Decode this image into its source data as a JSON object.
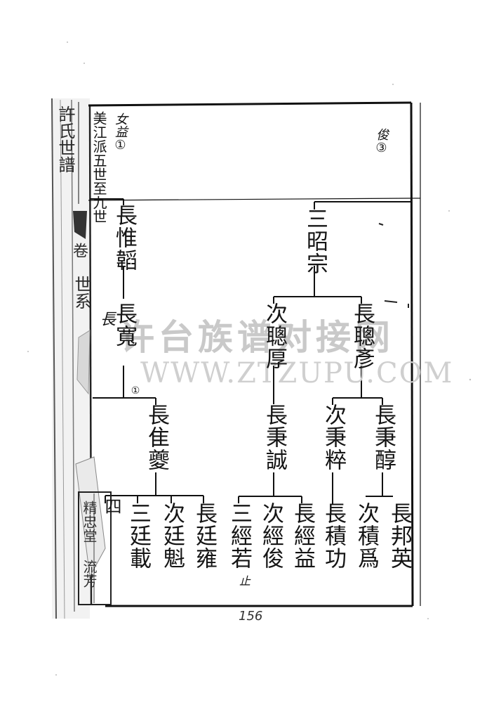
{
  "book_title": "許氏世譜",
  "volume_title": "美江派五世至九世",
  "spine_labels": {
    "volume": "卷",
    "section": "世系"
  },
  "margin_notes": {
    "left_top": "女益①",
    "right_top": "俊③",
    "branch_mark": "①",
    "tail_mark": "止"
  },
  "stamps": {
    "left_bottom": "四",
    "seal": "精忠堂 流芳"
  },
  "watermark": {
    "text": "许台族谱对接网",
    "url": "WWW.ZTZUPU.COM"
  },
  "page_number": "156",
  "tree": {
    "root_right": "三昭宗",
    "gen2_right": [
      "長聰彥",
      "次聰厚"
    ],
    "gen3_under_yan": [
      "長秉醇",
      "次秉粹"
    ],
    "gen3_under_hou": [
      "長秉誠"
    ],
    "gen4_under_chun": [
      "長邦英",
      "次積爲"
    ],
    "gen4_under_cui": [
      "長積功"
    ],
    "gen4_under_cheng": [
      "長經益",
      "次經俊",
      "三經若"
    ],
    "left_line": [
      "長惟韜",
      "長寬",
      "長隹夔"
    ],
    "left_aside": "長",
    "gen_left_children": [
      "長廷雍",
      "次廷魁",
      "三廷載"
    ]
  }
}
